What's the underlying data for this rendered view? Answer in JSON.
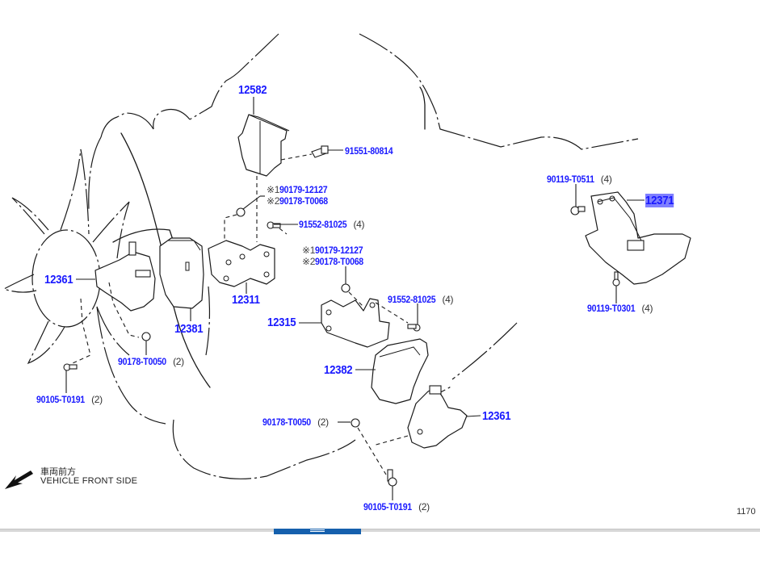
{
  "diagram": {
    "title": "Engine mounting parts illustration",
    "figure_number": "1170",
    "callouts": [
      {
        "id": "c-12582",
        "part": "12582",
        "qty": null
      },
      {
        "id": "c-91551-80814",
        "part": "91551-80814",
        "qty": null
      },
      {
        "id": "c-upper-nut",
        "variants": [
          {
            "mark": "※1",
            "part": "90179-12127"
          },
          {
            "mark": "※2",
            "part": "90178-T0068"
          }
        ]
      },
      {
        "id": "c-91552-81025-a",
        "part": "91552-81025",
        "qty": "(4)"
      },
      {
        "id": "c-12311",
        "part": "12311",
        "qty": null
      },
      {
        "id": "c-12361-left",
        "part": "12361",
        "qty": null
      },
      {
        "id": "c-12381",
        "part": "12381",
        "qty": null
      },
      {
        "id": "c-90178-T0050-a",
        "part": "90178-T0050",
        "qty": "(2)"
      },
      {
        "id": "c-90105-T0191-a",
        "part": "90105-T0191",
        "qty": "(2)"
      },
      {
        "id": "c-mid-nut",
        "variants": [
          {
            "mark": "※1",
            "part": "90179-12127"
          },
          {
            "mark": "※2",
            "part": "90178-T0068"
          }
        ]
      },
      {
        "id": "c-91552-81025-b",
        "part": "91552-81025",
        "qty": "(4)"
      },
      {
        "id": "c-12315",
        "part": "12315",
        "qty": null
      },
      {
        "id": "c-12382",
        "part": "12382",
        "qty": null
      },
      {
        "id": "c-12361-right",
        "part": "12361",
        "qty": null
      },
      {
        "id": "c-90178-T0050-b",
        "part": "90178-T0050",
        "qty": "(2)"
      },
      {
        "id": "c-90105-T0191-b",
        "part": "90105-T0191",
        "qty": "(2)"
      },
      {
        "id": "c-90119-T0511",
        "part": "90119-T0511",
        "qty": "(4)"
      },
      {
        "id": "c-12371",
        "part": "12371",
        "qty": null,
        "selected": true
      },
      {
        "id": "c-90119-T0301",
        "part": "90119-T0301",
        "qty": "(4)"
      }
    ],
    "legend": {
      "icon": "arrow-down-left-icon",
      "label_jp": "車両前方",
      "label_en": "VEHICLE FRONT SIDE"
    }
  },
  "colors": {
    "part_number": "#1a1aff",
    "selected_highlight": "#7f7fff",
    "scrollbar_thumb": "#1560ad",
    "line": "#1a1a1a"
  },
  "scrollbar": {
    "orientation": "horizontal",
    "thumb_position_fraction": 0.36,
    "thumb_size_fraction": 0.115
  }
}
